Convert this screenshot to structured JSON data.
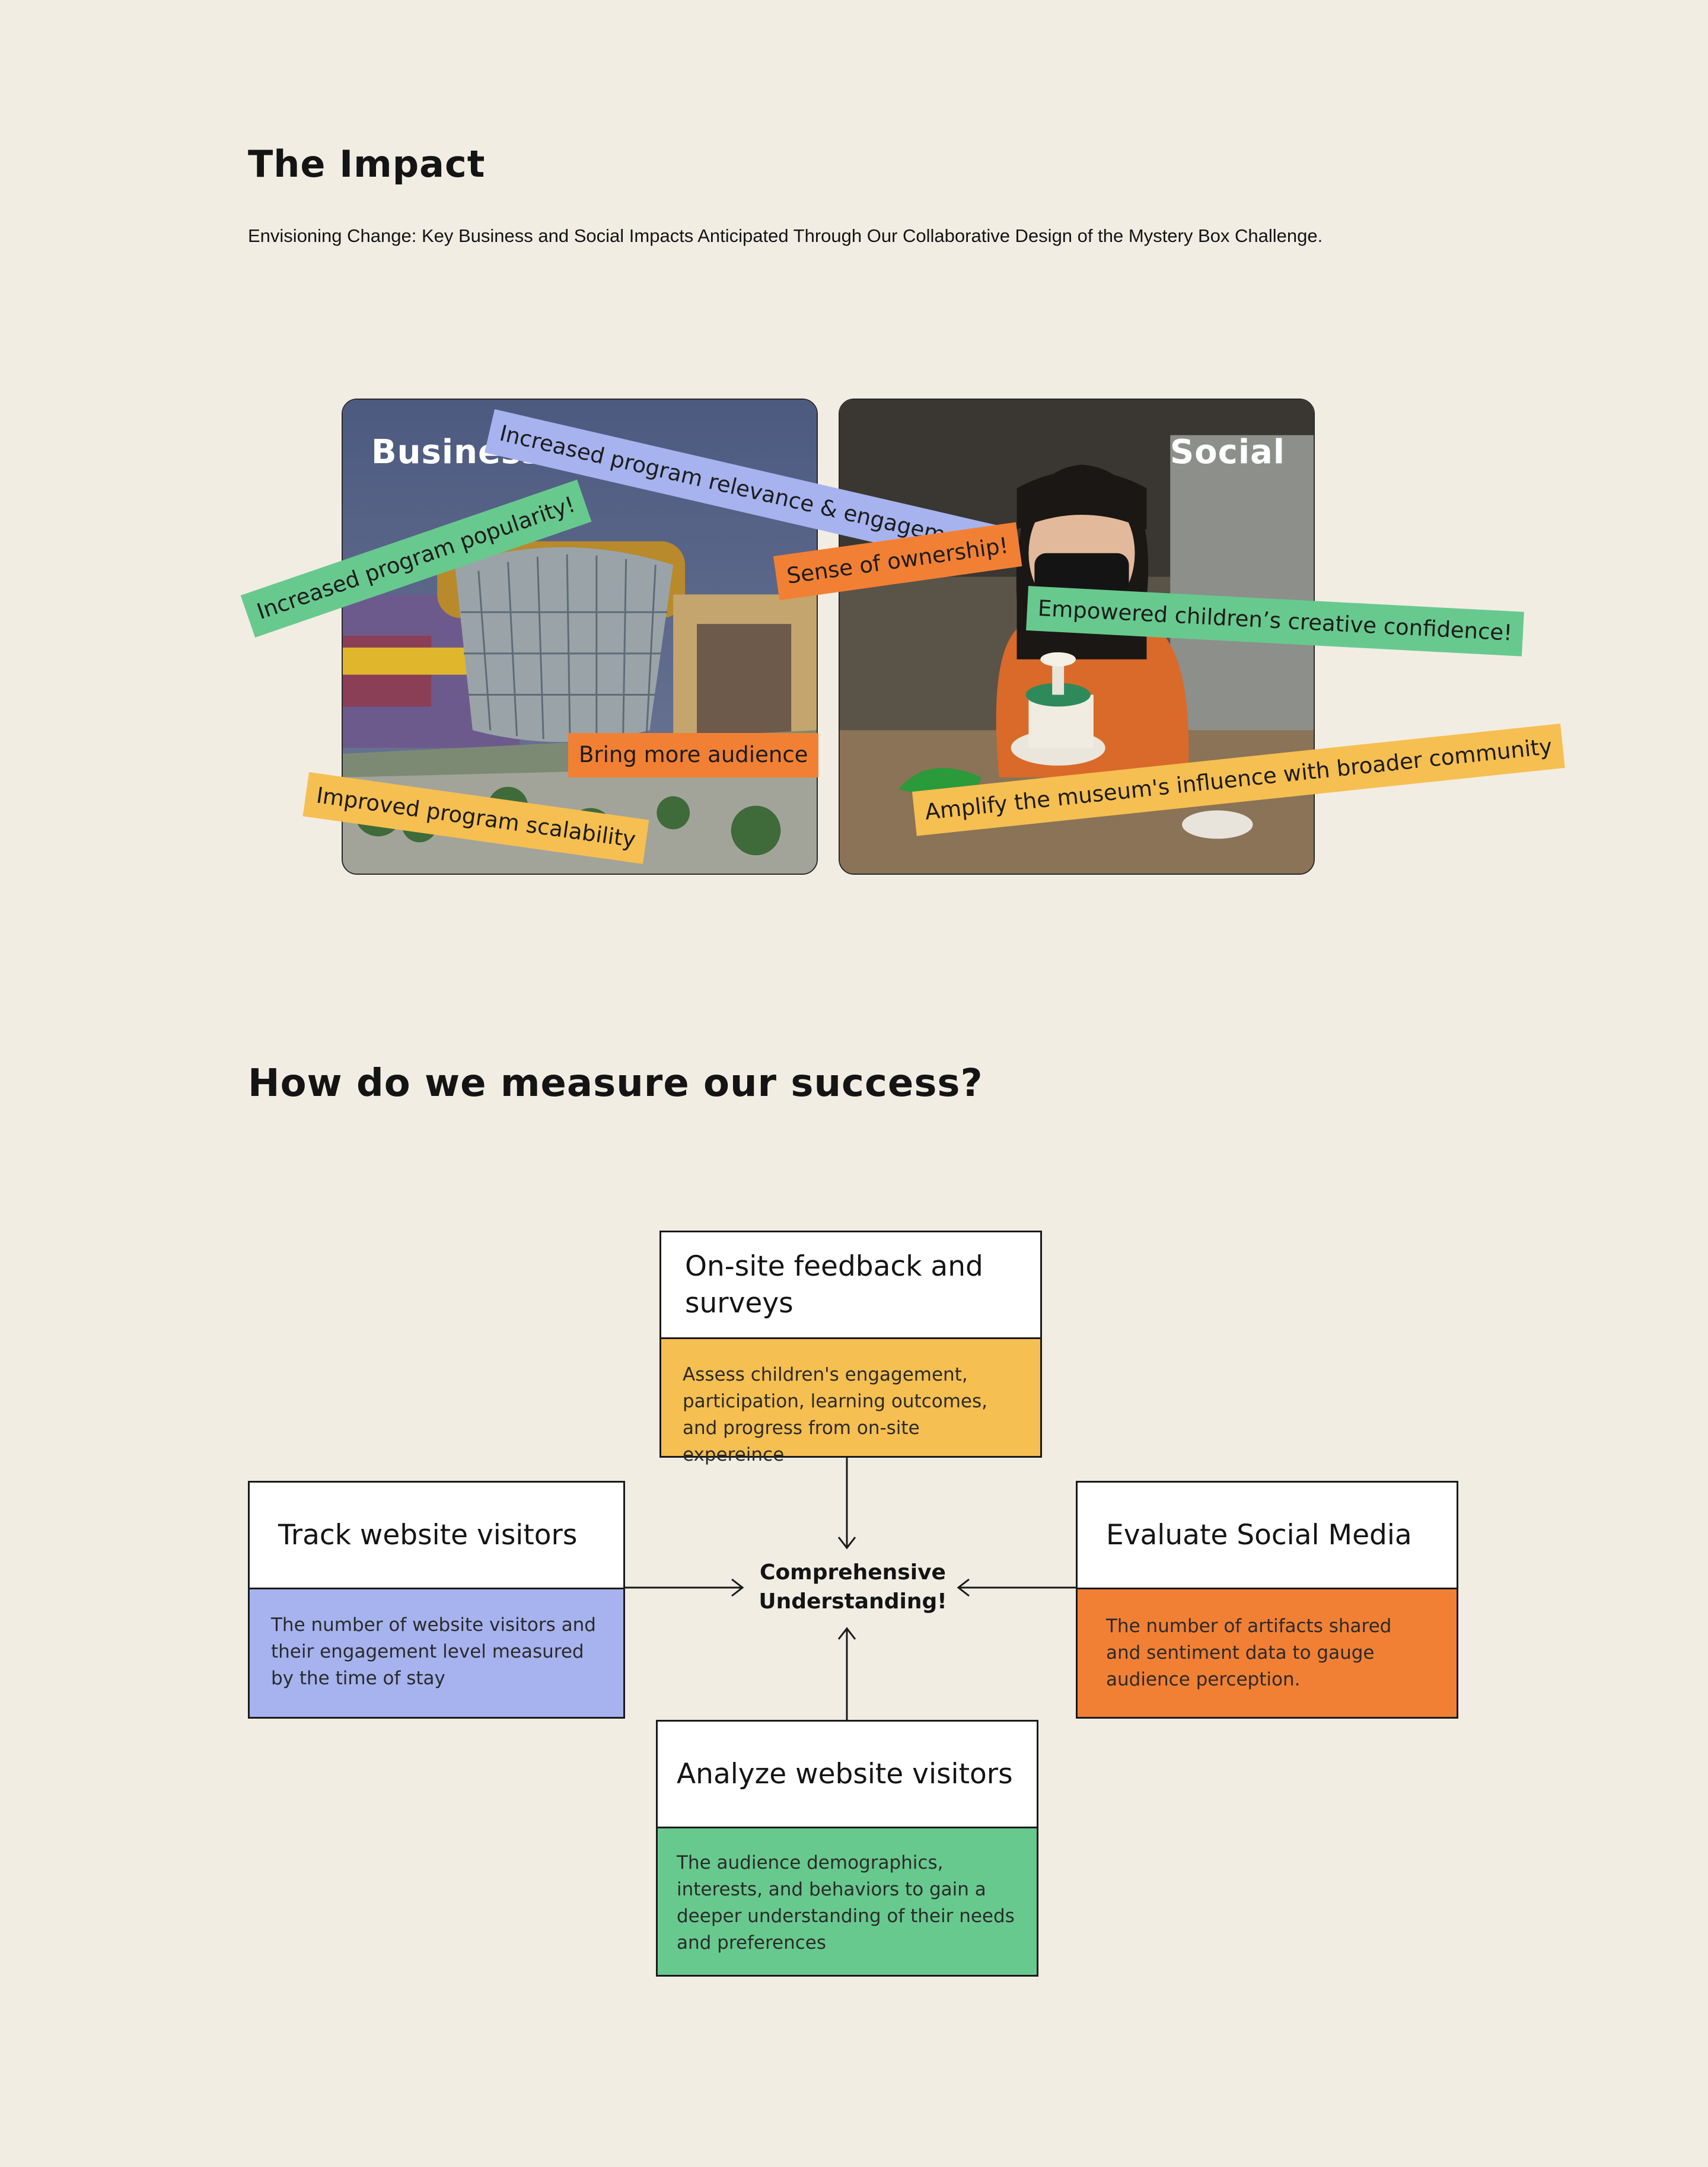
{
  "impact": {
    "title": "The Impact",
    "subtitle": "Envisioning Change: Key Business and Social Impacts Anticipated Through Our Collaborative Design of the Mystery Box Challenge.",
    "cards": {
      "business_label": "Business",
      "social_label": "Social"
    },
    "tags": {
      "relevance": "Increased program relevance & engagement!",
      "popularity": "Increased program popularity!",
      "ownership": "Sense of ownership!",
      "empowered": "Empowered children’s creative confidence!",
      "audience": "Bring more audience",
      "scalability": "Improved program scalability",
      "influence": "Amplify the museum's influence with broader community"
    },
    "colors": {
      "blue": "#a6b3ef",
      "green": "#68c98e",
      "orange": "#f28034",
      "yellow": "#f6bf51",
      "background": "#f2ede3"
    }
  },
  "measure": {
    "title": "How do we measure our success?",
    "center": "Comprehensive Understanding!",
    "boxes": {
      "onsite": {
        "title": "On-site feedback and surveys",
        "body": "Assess children's engagement, participation, learning outcomes, and progress from on-site expereince"
      },
      "track": {
        "title": "Track website visitors",
        "body": "The number of website visitors and their engagement level measured by the time of stay"
      },
      "social": {
        "title": "Evaluate Social Media",
        "body": "The number of artifacts shared and sentiment data to gauge audience perception."
      },
      "analyze": {
        "title": "Analyze website visitors",
        "body": "The audience demographics, interests, and behaviors to gain a deeper understanding of their needs and preferences"
      }
    }
  }
}
